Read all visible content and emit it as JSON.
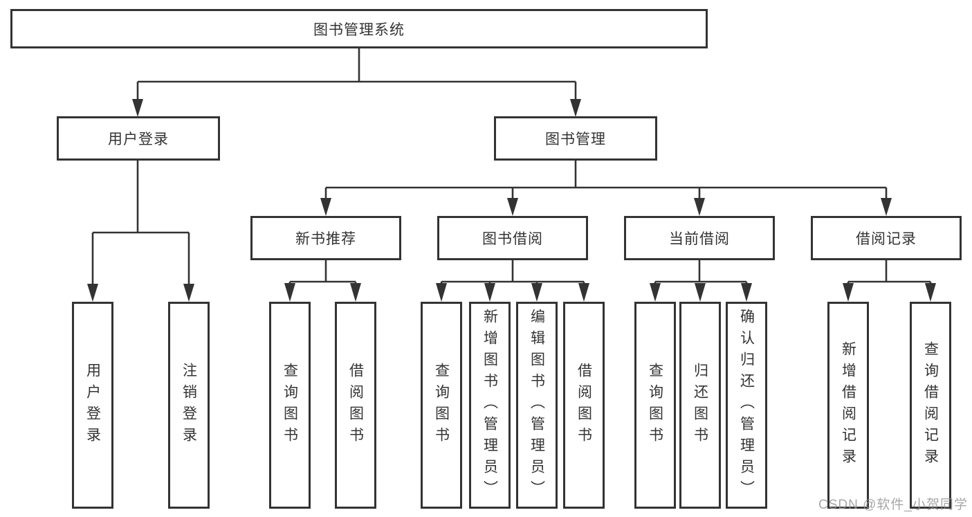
{
  "diagram": {
    "type": "hierarchy-tree",
    "colors": {
      "line": "#333333",
      "box_border": "#333333",
      "box_background": "#ffffff",
      "text": "#333333",
      "watermark_text": "#949494",
      "page_background": "#ffffff"
    }
  },
  "tree": {
    "label": "图书管理系统",
    "children": [
      {
        "label": "用户登录",
        "children": [
          {
            "label": "用户登录"
          },
          {
            "label": "注销登录"
          }
        ]
      },
      {
        "label": "图书管理",
        "children": [
          {
            "label": "新书推荐",
            "children": [
              {
                "label": "查询图书"
              },
              {
                "label": "借阅图书"
              }
            ]
          },
          {
            "label": "图书借阅",
            "children": [
              {
                "label": "查询图书"
              },
              {
                "label": "新增图书（管理员）"
              },
              {
                "label": "编辑图书（管理员）"
              },
              {
                "label": "借阅图书"
              }
            ]
          },
          {
            "label": "当前借阅",
            "children": [
              {
                "label": "查询图书"
              },
              {
                "label": "归还图书"
              },
              {
                "label": "确认归还（管理员）"
              }
            ]
          },
          {
            "label": "借阅记录",
            "children": [
              {
                "label": "新增借阅记录"
              },
              {
                "label": "查询借阅记录"
              }
            ]
          }
        ]
      }
    ]
  },
  "watermark": {
    "text": "CSDN @软件_小贺同学"
  }
}
